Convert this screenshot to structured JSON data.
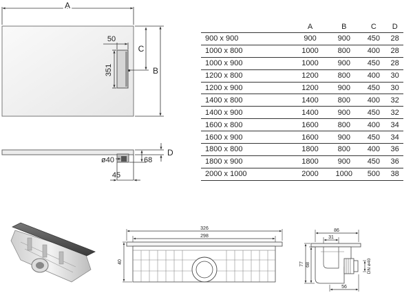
{
  "tray_drawing": {
    "label_a": "A",
    "label_b": "B",
    "label_c": "C",
    "label_d": "D",
    "dim_50": "50",
    "dim_351": "351",
    "dim_d40": "ø40",
    "dim_68": "68",
    "dim_45": "45"
  },
  "table": {
    "headers": [
      "",
      "A",
      "B",
      "C",
      "D"
    ],
    "rows": [
      [
        "900 x 900",
        "900",
        "900",
        "450",
        "28"
      ],
      [
        "1000 x 800",
        "1000",
        "800",
        "400",
        "28"
      ],
      [
        "1000 x 900",
        "1000",
        "900",
        "450",
        "28"
      ],
      [
        "1200 x 800",
        "1200",
        "800",
        "400",
        "30"
      ],
      [
        "1200 x 900",
        "1200",
        "900",
        "450",
        "30"
      ],
      [
        "1400 x 800",
        "1400",
        "800",
        "400",
        "32"
      ],
      [
        "1400 x 900",
        "1400",
        "900",
        "450",
        "32"
      ],
      [
        "1600 x 800",
        "1600",
        "800",
        "400",
        "34"
      ],
      [
        "1600 x 900",
        "1600",
        "900",
        "450",
        "34"
      ],
      [
        "1800 x 800",
        "1800",
        "800",
        "400",
        "36"
      ],
      [
        "1800 x 900",
        "1800",
        "900",
        "450",
        "36"
      ],
      [
        "2000 x 1000",
        "2000",
        "1000",
        "500",
        "38"
      ]
    ]
  },
  "drain_drawing": {
    "dim_326": "326",
    "dim_298": "298",
    "dim_40": "40"
  },
  "section_drawing": {
    "dim_86": "86",
    "dim_31": "31",
    "dim_77": "77",
    "dim_68": "68",
    "dim_dn40": "DN ø40",
    "dim_56": "56"
  }
}
